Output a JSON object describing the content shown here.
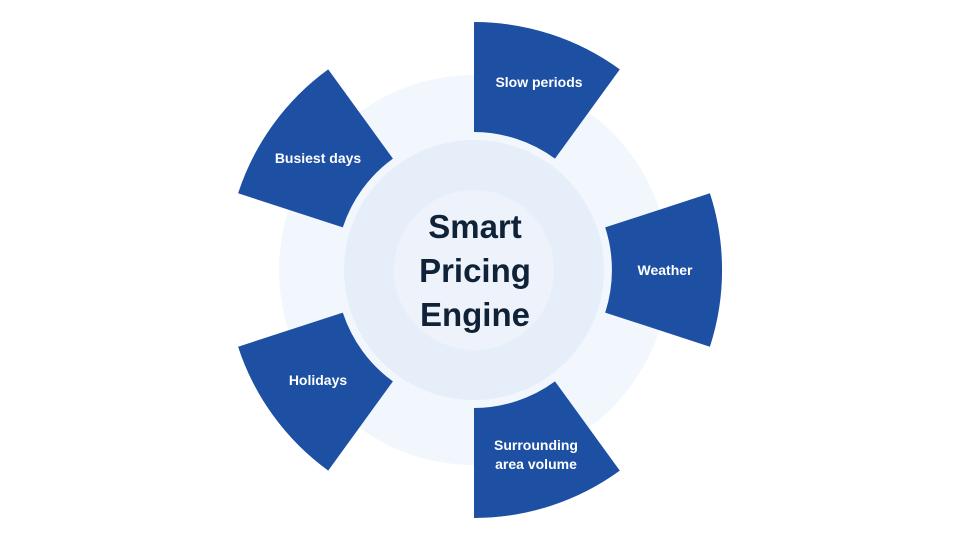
{
  "diagram": {
    "title_lines": [
      "Smart",
      "Pricing",
      "Engine"
    ],
    "segments": [
      {
        "label_lines": [
          "Slow periods"
        ]
      },
      {
        "label_lines": [
          "Weather"
        ]
      },
      {
        "label_lines": [
          "Surrounding",
          "area volume"
        ]
      },
      {
        "label_lines": [
          "Holidays"
        ]
      },
      {
        "label_lines": [
          "Busiest days"
        ]
      }
    ],
    "colors": {
      "segment": "#1d4fa3",
      "ring_outer": "#f2f6fd",
      "ring_inner": "#e6eef9",
      "center": "#eef3fb",
      "title": "#0f2237",
      "label": "#ffffff"
    }
  }
}
